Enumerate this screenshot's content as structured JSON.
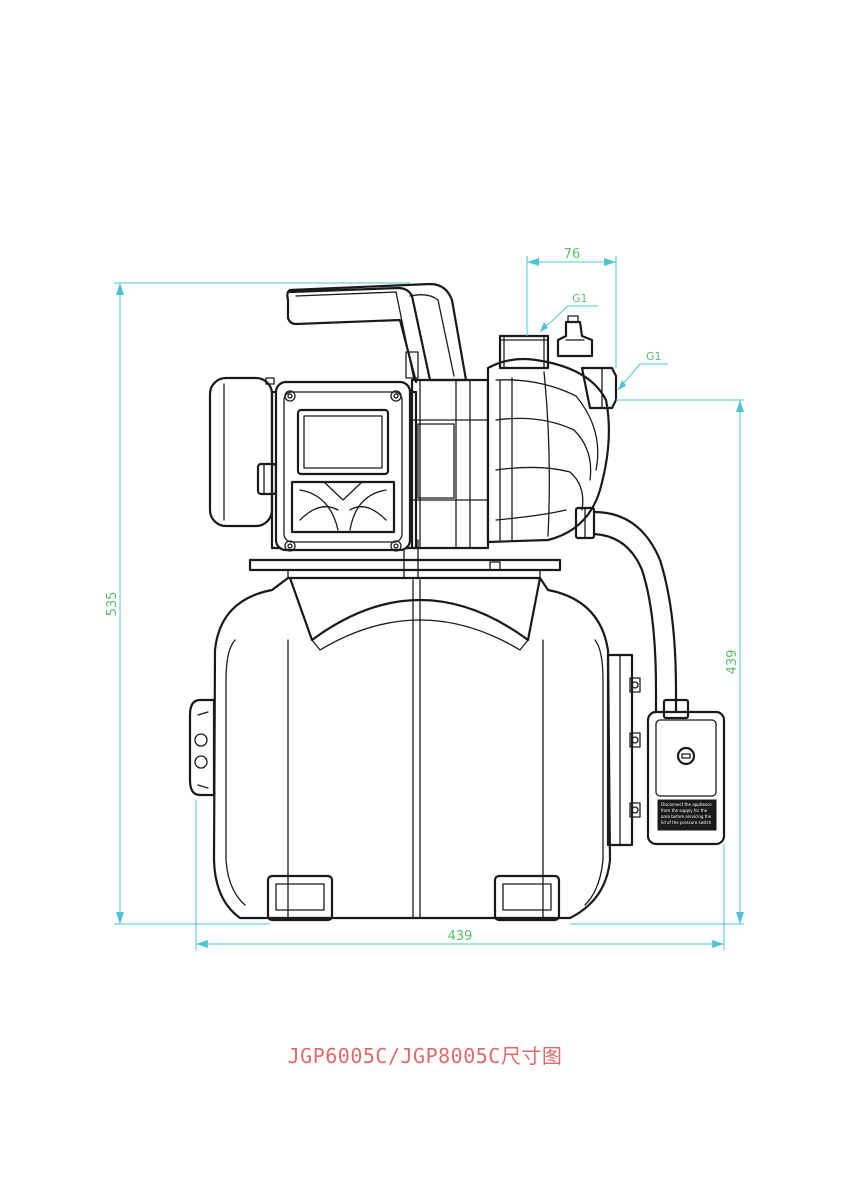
{
  "dimensions": {
    "top_width": "76",
    "height_total": "535",
    "height_outlet": "439",
    "base_width": "439",
    "inlet_thread": "G1",
    "outlet_thread": "G1"
  },
  "pressure_switch_warning": "Disconnect the appliance from the supply for the area before servicing the lid of the pressure switch",
  "caption": "JGP6005C/JGP8005C尺寸图",
  "colors": {
    "line": "#1a1a1a",
    "dimension_line": "#4fc3d4",
    "dimension_text": "#5abf6a",
    "caption": "#e06a6a"
  }
}
